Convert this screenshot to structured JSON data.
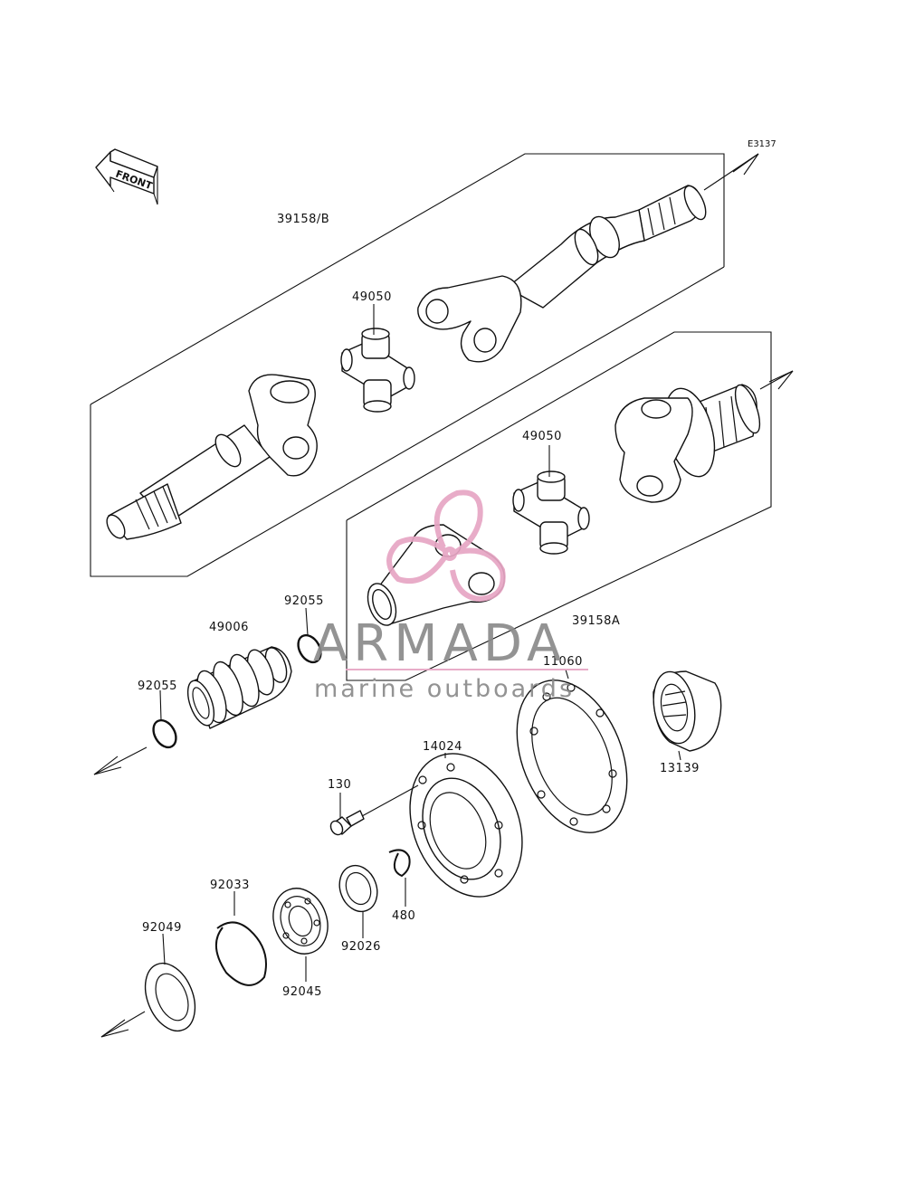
{
  "diagram": {
    "code": "E3137",
    "front_label": "FRONT",
    "parts": [
      {
        "key": "p39158b",
        "number": "39158/B"
      },
      {
        "key": "p49050a",
        "number": "49050"
      },
      {
        "key": "p49050b",
        "number": "49050"
      },
      {
        "key": "p92055a",
        "number": "92055"
      },
      {
        "key": "p49006",
        "number": "49006"
      },
      {
        "key": "p39158a",
        "number": "39158A"
      },
      {
        "key": "p11060",
        "number": "11060"
      },
      {
        "key": "p92055b",
        "number": "92055"
      },
      {
        "key": "p14024",
        "number": "14024"
      },
      {
        "key": "p13139",
        "number": "13139"
      },
      {
        "key": "p130",
        "number": "130"
      },
      {
        "key": "p92033",
        "number": "92033"
      },
      {
        "key": "p480",
        "number": "480"
      },
      {
        "key": "p92049",
        "number": "92049"
      },
      {
        "key": "p92026",
        "number": "92026"
      },
      {
        "key": "p92045",
        "number": "92045"
      }
    ]
  },
  "watermark": {
    "brand": "ARMADA",
    "tagline": "marine outboards",
    "color_pink": "#e7a6c4",
    "color_gray": "#8a8a8a"
  }
}
